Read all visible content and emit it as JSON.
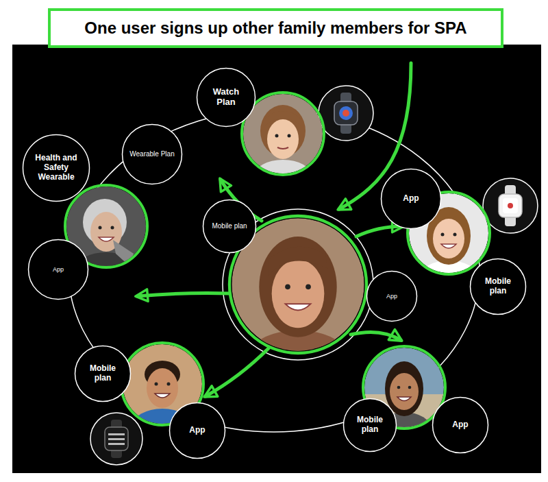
{
  "diagram": {
    "title": "One user signs up other family members for SPA",
    "nodes": [
      {
        "text": [
          "Watch Plan"
        ]
      },
      {
        "text": [
          "Wearable Plan"
        ]
      },
      {
        "text": [
          "Health and Safety Wearable"
        ]
      },
      {
        "text": [
          "App"
        ]
      },
      {
        "text": [
          "Mobile plan"
        ]
      },
      {
        "text": [
          "App"
        ]
      },
      {
        "text": [
          "Mobile plan"
        ]
      },
      {
        "text": [
          "App"
        ]
      },
      {
        "text": [
          "Mobile plan"
        ]
      },
      {
        "text": [
          "App"
        ]
      },
      {
        "text": [
          "Mobile plan"
        ]
      },
      {
        "text": [
          "App"
        ]
      }
    ]
  }
}
